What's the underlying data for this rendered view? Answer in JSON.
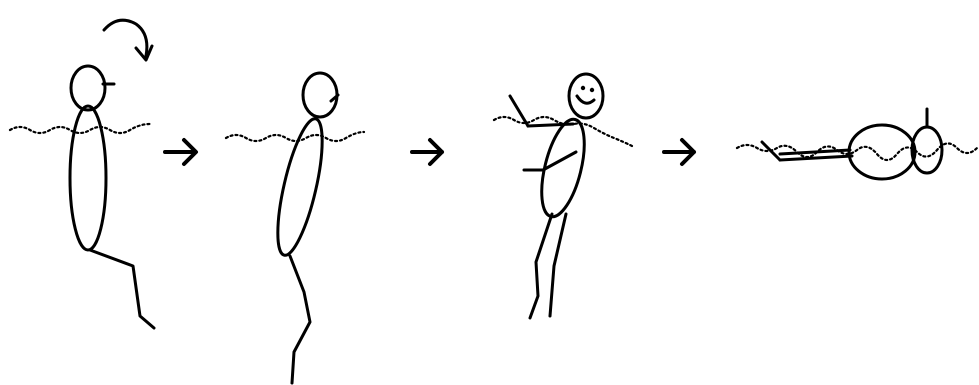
{
  "diagram": {
    "steps": [
      {
        "pose": "upright-tilting-head-back",
        "icons": [
          "rotate-arrow-icon"
        ]
      },
      {
        "pose": "leaning-back"
      },
      {
        "pose": "arms-extended-smiling"
      },
      {
        "pose": "floating-on-back"
      }
    ],
    "arrows": [
      "right-arrow-icon",
      "right-arrow-icon",
      "right-arrow-icon"
    ],
    "colors": {
      "ink": "#000000",
      "background": "#ffffff"
    }
  }
}
